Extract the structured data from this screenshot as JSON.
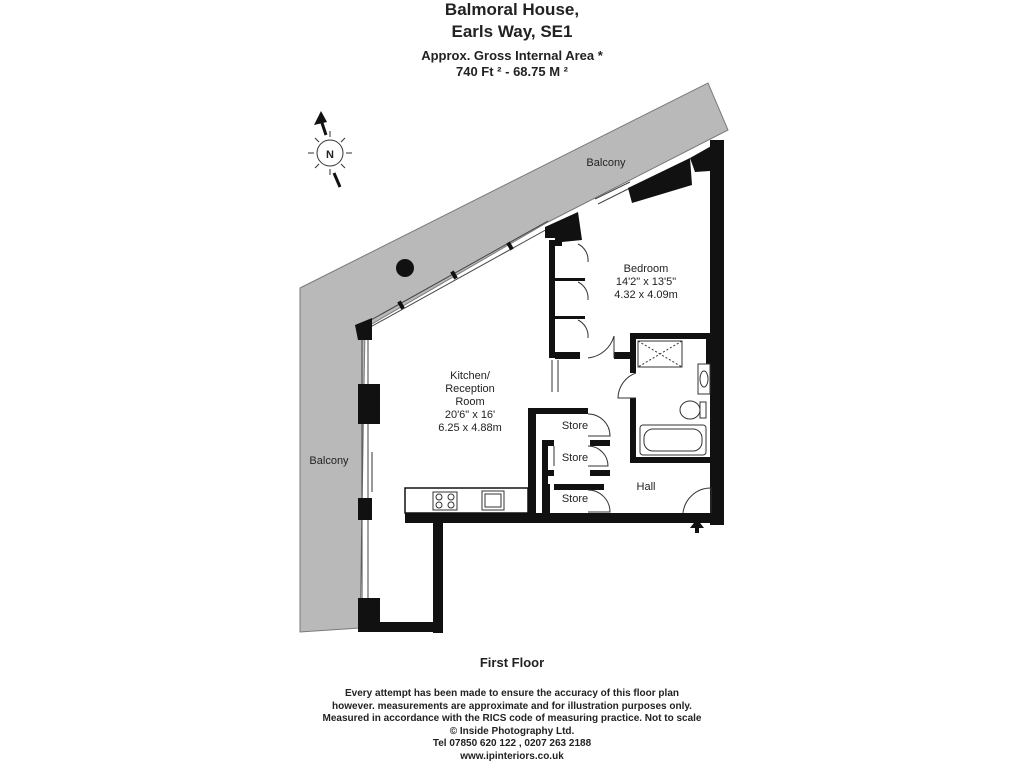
{
  "header": {
    "property": "Balmoral House,",
    "street": "Earls Way, SE1",
    "area_label": "Approx. Gross Internal Area *",
    "area_value": "740 Ft ² - 68.75 M ²"
  },
  "compass": {
    "letter": "N"
  },
  "rooms": {
    "balcony_top": "Balcony",
    "balcony_left": "Balcony",
    "bedroom": {
      "name": "Bedroom",
      "imperial": "14'2\" x 13'5\"",
      "metric": "4.32 x 4.09m"
    },
    "kitchen": {
      "line1": "Kitchen/",
      "line2": "Reception",
      "line3": "Room",
      "imperial": "20'6\" x 16'",
      "metric": "6.25 x 4.88m"
    },
    "store1": "Store",
    "store2": "Store",
    "store3": "Store",
    "hall": "Hall"
  },
  "floor_label": "First Floor",
  "disclaimer": [
    "Every attempt has been made to ensure the accuracy of this floor plan",
    "however. measurements are approximate and for illustration purposes only.",
    "Measured in accordance with the RICS code of measuring practice. Not to scale",
    "© Inside Photography Ltd.",
    "Tel 07850 620 122 , 0207 263 2188",
    "www.ipinteriors.co.uk"
  ],
  "colors": {
    "wall": "#111111",
    "balcony_fill": "#b9b9b9",
    "fixture_stroke": "#333333"
  }
}
